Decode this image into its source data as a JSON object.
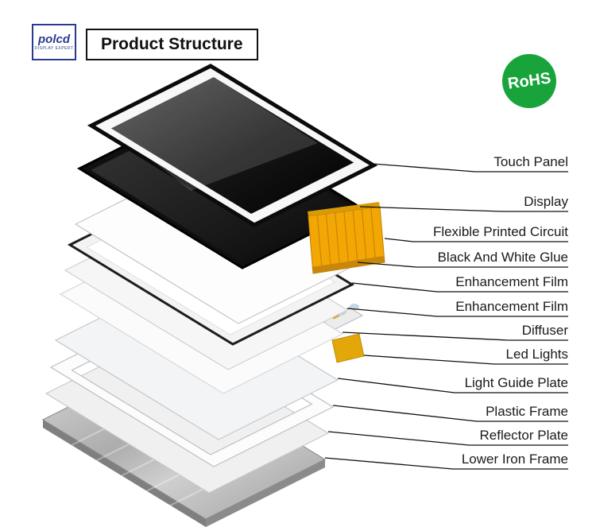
{
  "header": {
    "logo_text": "polcd",
    "logo_subtext": "DISPLAY EXPERT",
    "title": "Product Structure",
    "badge": "RoHS"
  },
  "colors": {
    "badge_green": "#18a43b",
    "logo_blue": "#2a3b8f",
    "fpc_orange": "#f2a705",
    "led_tab_gold": "#e3a60b",
    "leader_line": "#111111"
  },
  "labels": [
    {
      "text": "Touch Panel"
    },
    {
      "text": "Display"
    },
    {
      "text": "Flexible Printed Circuit"
    },
    {
      "text": "Black And White Glue"
    },
    {
      "text": "Enhancement Film"
    },
    {
      "text": "Enhancement Film"
    },
    {
      "text": "Diffuser"
    },
    {
      "text": "Led Lights"
    },
    {
      "text": "Light Guide Plate"
    },
    {
      "text": "Plastic Frame"
    },
    {
      "text": "Reflector Plate"
    },
    {
      "text": "Lower Iron Frame"
    }
  ]
}
